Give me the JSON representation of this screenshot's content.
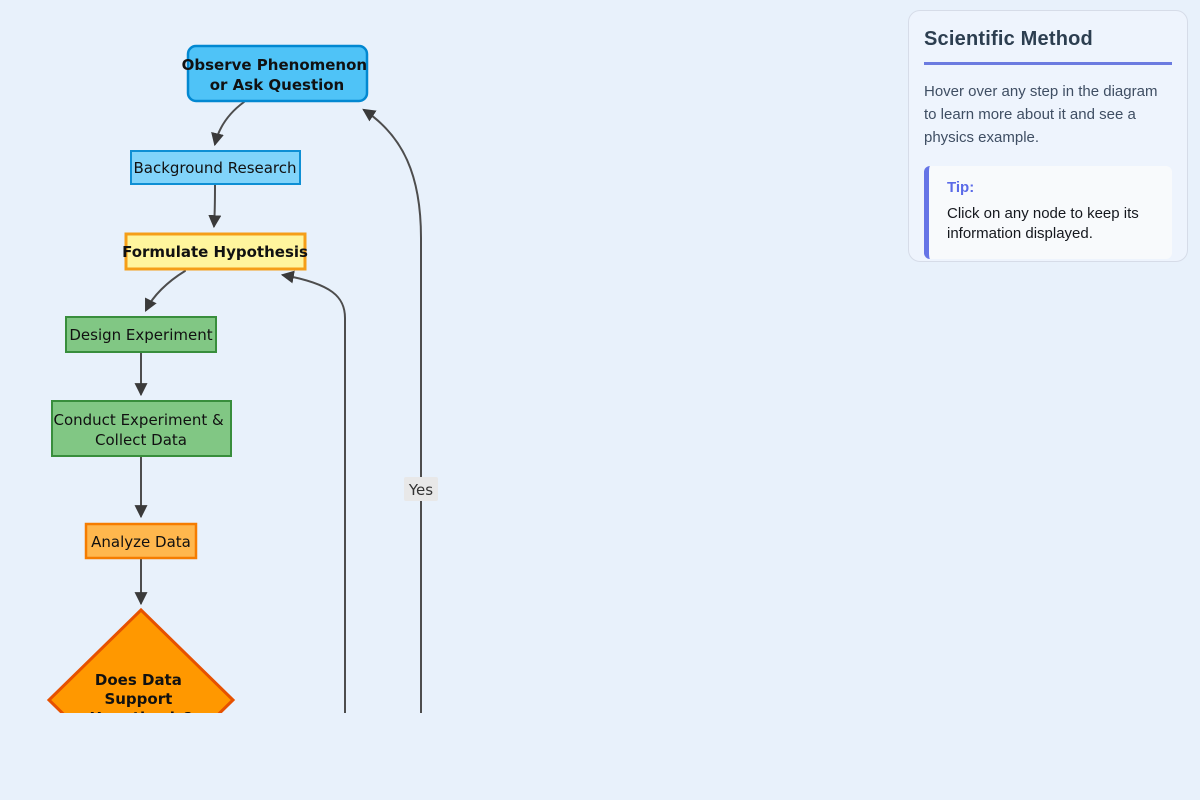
{
  "page": {
    "background_color": "#e8f1fb"
  },
  "panel": {
    "title": "Scientific Method",
    "description": "Hover over any step in the diagram to learn more about it and see a physics example.",
    "tip_label": "Tip:",
    "tip_text": "Click on any node to keep its information displayed.",
    "accent_color": "#6574e6"
  },
  "diagram": {
    "edge_color": "#4d4d4d",
    "edge_label_background": "#e8e8e8",
    "edge_label_yes": "Yes",
    "nodes": {
      "observe": {
        "line1": "Observe Phenomenon",
        "line2": "or Ask Question",
        "fill": "#4FC3F7",
        "stroke": "#0288D1"
      },
      "background_research": {
        "label": "Background Research",
        "fill": "#81D4FA",
        "stroke": "#0E8FD4"
      },
      "formulate": {
        "label": "Formulate Hypothesis",
        "fill": "#FFF59D",
        "stroke": "#F59E18"
      },
      "design": {
        "label": "Design Experiment",
        "fill": "#81C784",
        "stroke": "#388E3C"
      },
      "conduct": {
        "line1": "Conduct Experiment &",
        "line2": "Collect Data",
        "fill": "#81C784",
        "stroke": "#388E3C"
      },
      "analyze": {
        "label": "Analyze Data",
        "fill": "#FFB74D",
        "stroke": "#F57C00"
      },
      "decision": {
        "line1": "Does Data",
        "line2": "Support",
        "line3": "Hypothesis?",
        "fill": "#FF9800",
        "stroke": "#E65100"
      }
    }
  }
}
